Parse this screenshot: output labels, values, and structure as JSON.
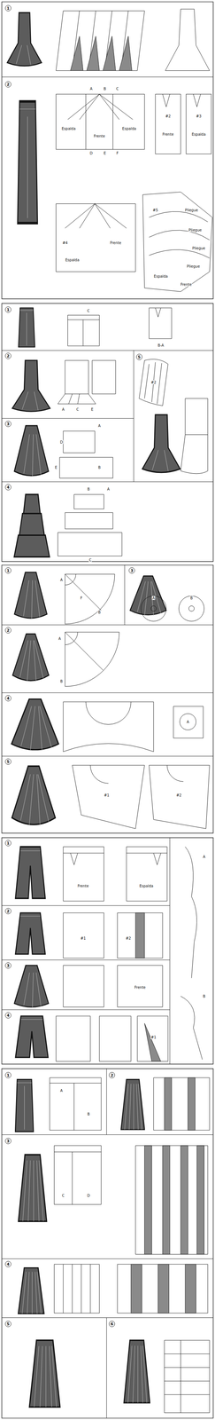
{
  "diagram": {
    "labels": [
      "1",
      "2",
      "Espalda",
      "Frente",
      "Espalda",
      "A",
      "B",
      "C",
      "D",
      "E",
      "F",
      "#2",
      "Frente",
      "#3",
      "Espalda",
      "#4",
      "Espalda",
      "Frente",
      "#5",
      "Pliegue",
      "Pliegue",
      "Pliegue",
      "Pliegue",
      "Espalda",
      "Frente",
      "1",
      "C",
      "B-A",
      "2",
      "A",
      "C",
      "E",
      "5",
      "#2",
      "3",
      "D",
      "E",
      "A",
      "B",
      "4",
      "B",
      "A",
      "C",
      "1",
      "A",
      "B",
      "F",
      "3",
      "A",
      "B",
      "2",
      "A",
      "B",
      "4",
      "A",
      "5",
      "#1",
      "#2",
      "1",
      "Frente",
      "Espalda",
      "A",
      "B",
      "2",
      "#1",
      "#2",
      "3",
      "Frente",
      "4",
      "#1",
      "1",
      "A",
      "B",
      "2",
      "3",
      "C",
      "D",
      "4",
      "5",
      "6"
    ]
  }
}
